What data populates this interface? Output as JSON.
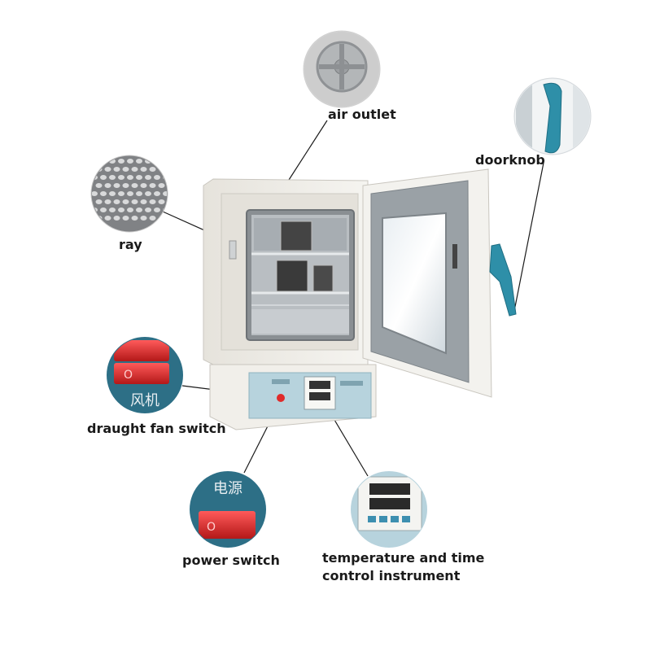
{
  "labels": {
    "air_outlet": "air outlet",
    "doorknob": "doorknob",
    "ray": "ray",
    "draught_fan_switch": "draught fan switch",
    "power_switch": "power switch",
    "temperature_line1": "temperature and time",
    "temperature_line2": "control instrument"
  },
  "switch_text": {
    "fan_chinese": "风机",
    "power_chinese": "电源",
    "on_symbol": "—",
    "off_symbol": "O"
  },
  "colors": {
    "background": "#ffffff",
    "cabinet": "#f0eee8",
    "control_panel": "#b7d3dd",
    "switch_red": "#e02a2a",
    "handle_teal": "#2e8fa8",
    "leader_line": "#1a1a1a"
  }
}
